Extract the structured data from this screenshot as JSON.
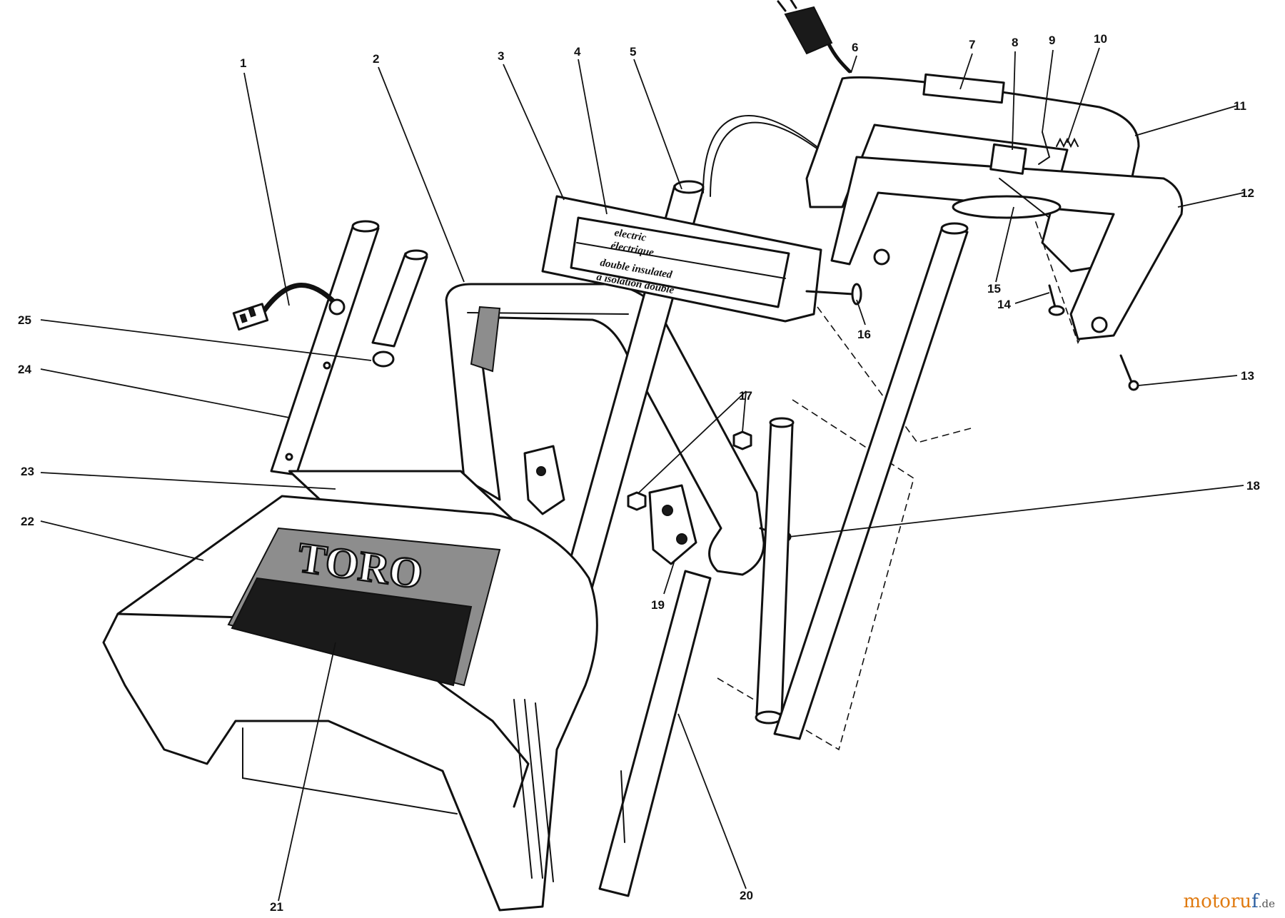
{
  "callouts": [
    "1",
    "2",
    "3",
    "4",
    "5",
    "6",
    "7",
    "8",
    "9",
    "10",
    "11",
    "12",
    "13",
    "14",
    "15",
    "16",
    "17",
    "18",
    "19",
    "20",
    "21",
    "22",
    "23",
    "24",
    "25"
  ],
  "decal": {
    "line1": "electric",
    "line2": "électrique",
    "line3": "double insulated",
    "line4": "à isolation double"
  },
  "logo": "TORO",
  "watermark": {
    "brand": "motoru",
    "accent": "f",
    "tld": ".de"
  },
  "colors": {
    "ink": "#111111",
    "paper": "#ffffff",
    "watermark_orange": "#e07a10",
    "watermark_blue": "#2a5d9f"
  }
}
